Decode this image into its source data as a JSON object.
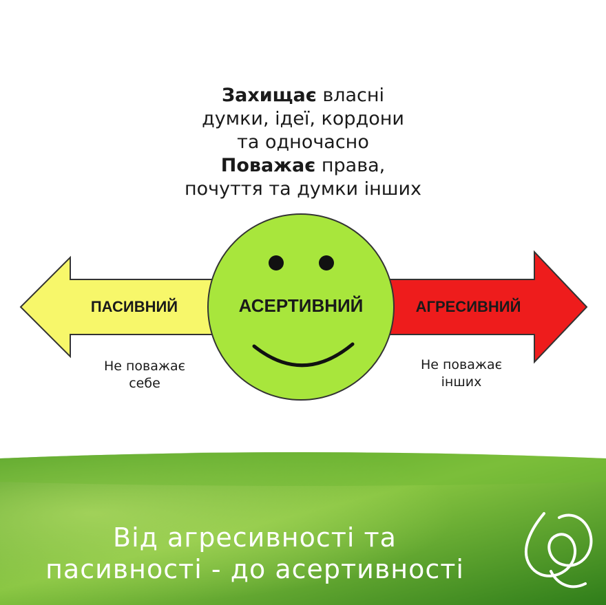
{
  "headline": {
    "line1_bold": "Захищає",
    "line1_rest": " власні",
    "line2": "думки, ідеї, кордони",
    "line3": "та одночасно",
    "line4_bold": "Поважає",
    "line4_rest": " права,",
    "line5": "почуття та думки інших"
  },
  "left": {
    "label": "ПАСИВНИЙ",
    "caption_line1": "Не поважає",
    "caption_line2": "себе",
    "color": "#f7f76a"
  },
  "center": {
    "label": "АСЕРТИВНИЙ",
    "color": "#a8e63c"
  },
  "right": {
    "label": "АГРЕСИВНИЙ",
    "caption_line1": "Не поважає",
    "caption_line2": "інших",
    "color": "#ee1c1c"
  },
  "banner": {
    "line1": "Від агресивності та",
    "line2": "пасивності - до асертивності",
    "color": "#5aa82a"
  },
  "icons": {
    "logo": "swirl-logo-icon",
    "smiley": "smiley-face-icon"
  }
}
